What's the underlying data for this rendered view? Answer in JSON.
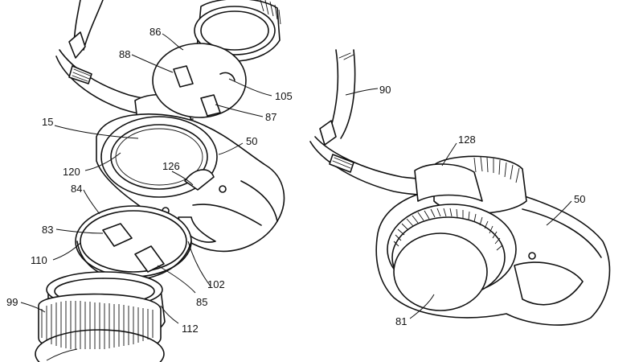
{
  "figure": {
    "references": {
      "r15": "15",
      "r50a": "50",
      "r50b": "50",
      "r81": "81",
      "r83": "83",
      "r84": "84",
      "r85": "85",
      "r86": "86",
      "r87": "87",
      "r88": "88",
      "r90": "90",
      "r99": "99",
      "r102": "102",
      "r105": "105",
      "r110": "110",
      "r112": "112",
      "r120": "120",
      "r126": "126",
      "r128": "128"
    }
  },
  "colors": {
    "ink": "#111111",
    "paper": "#ffffff"
  }
}
